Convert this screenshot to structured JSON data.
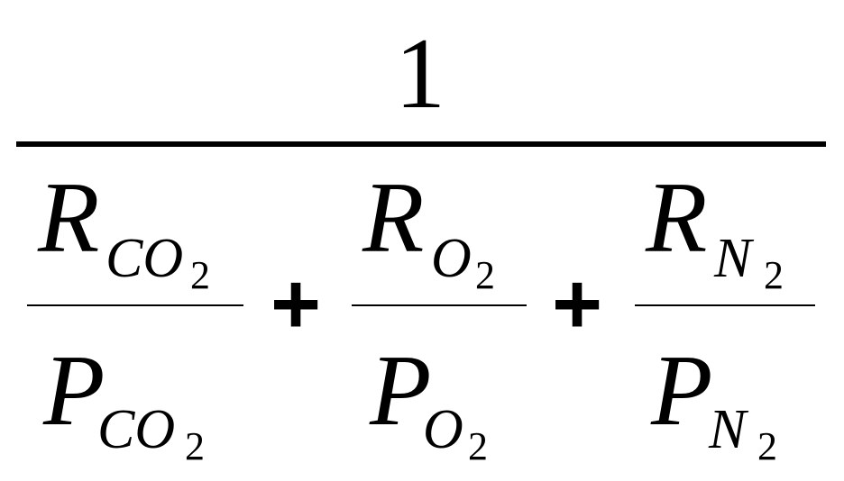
{
  "formula": {
    "numerator": "1",
    "operator": "+",
    "terms": [
      {
        "num_symbol": "R",
        "num_sub": "CO",
        "num_sub_index": "2",
        "den_symbol": "P",
        "den_sub": "CO",
        "den_sub_index": "2"
      },
      {
        "num_symbol": "R",
        "num_sub": "O",
        "num_sub_index": "2",
        "den_symbol": "P",
        "den_sub": "O",
        "den_sub_index": "2"
      },
      {
        "num_symbol": "R",
        "num_sub": "N",
        "num_sub_index": "2",
        "den_symbol": "P",
        "den_sub": "N",
        "den_sub_index": "2"
      }
    ]
  }
}
